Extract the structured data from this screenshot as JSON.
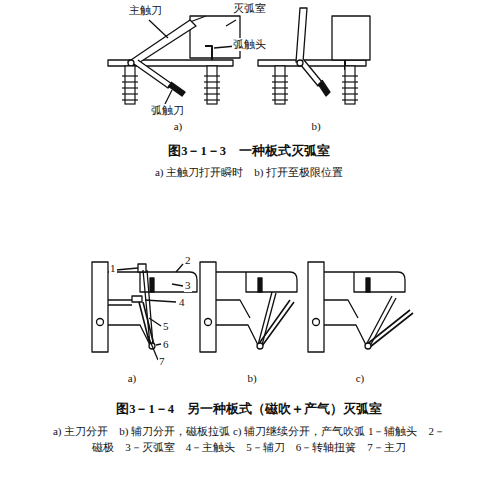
{
  "diagram": {
    "labels": [
      "主触刀",
      "灭弧室",
      "弧触头",
      "弧触刀",
      "a)",
      "b)",
      "图3－1－3　一种板式灭弧室",
      "a) 主触刀打开瞬时　b) 打开至极限位置",
      "1",
      "2",
      "3",
      "4",
      "5",
      "6",
      "7",
      "a)",
      "b)",
      "c)",
      "图3－1－4　另一种板式（磁吹＋产气）灭弧室",
      "a) 主刀分开　b) 辅刀分开，磁板拉弧 c) 辅刀继续分开，产气吹弧 1－辅触头　2－磁极　3－灭弧室　4－主触头　5－辅刀　6－转轴扭簧　7－主刀"
    ]
  }
}
